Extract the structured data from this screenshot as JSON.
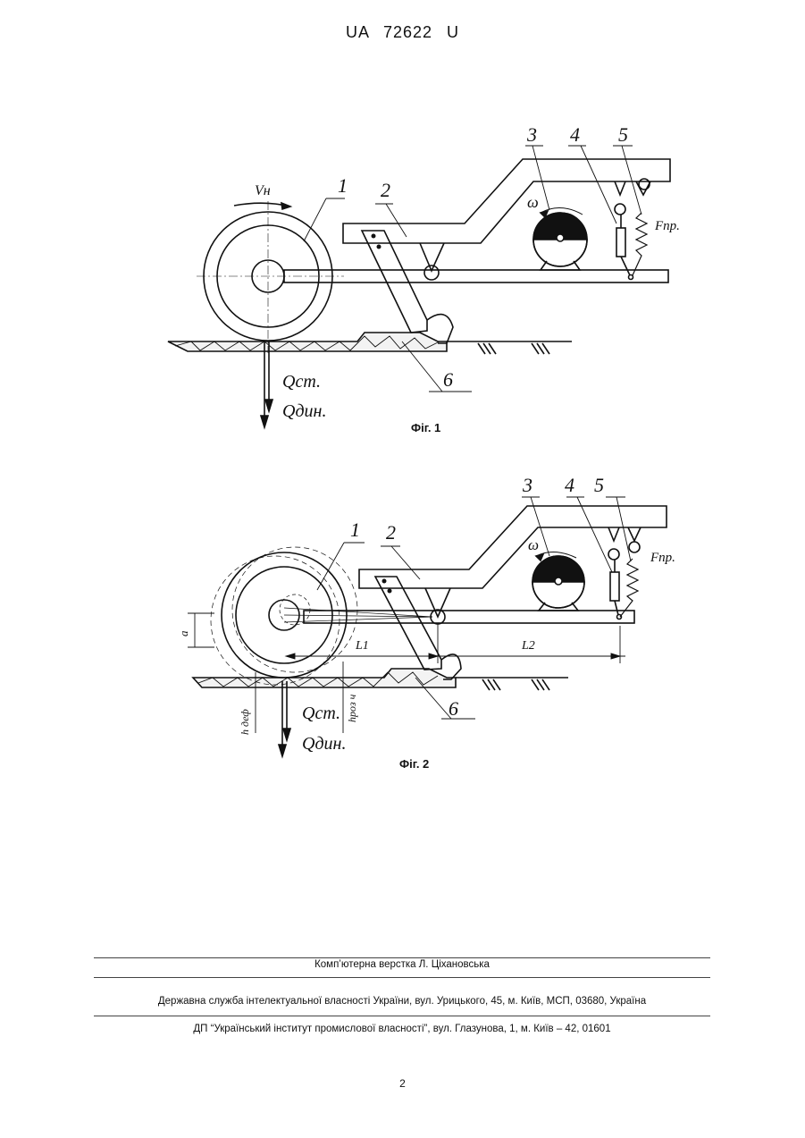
{
  "header": {
    "patent_number": "UA   72622   U"
  },
  "figures": [
    {
      "caption": "Фіг. 1",
      "labels": {
        "n1": "1",
        "n2": "2",
        "n3": "3",
        "n4": "4",
        "n5": "5",
        "n6": "6",
        "velocity": "Vн",
        "omega": "ω",
        "spring_force": "Fпр.",
        "q_static": "Qст.",
        "q_dynamic": "Qдин."
      }
    },
    {
      "caption": "Фіг. 2",
      "labels": {
        "n1": "1",
        "n2": "2",
        "n3": "3",
        "n4": "4",
        "n5": "5",
        "n6": "6",
        "omega": "ω",
        "spring_force": "Fпр.",
        "a": "a",
        "l1": "L1",
        "l2": "L2",
        "h_def": "h деф",
        "h_rut": "hрoз ч",
        "q_static": "Qст.",
        "q_dynamic": "Qдин."
      }
    }
  ],
  "footer": {
    "layout": "Комп’ютерна верстка Л. Ціхановська",
    "office": "Державна служба інтелектуальної власності України, вул. Урицького, 45, м. Київ, МСП, 03680, Україна",
    "institute": "ДП “Український інститут промислової власності”, вул. Глазунова, 1, м. Київ – 42, 01601"
  },
  "page_number": "2"
}
